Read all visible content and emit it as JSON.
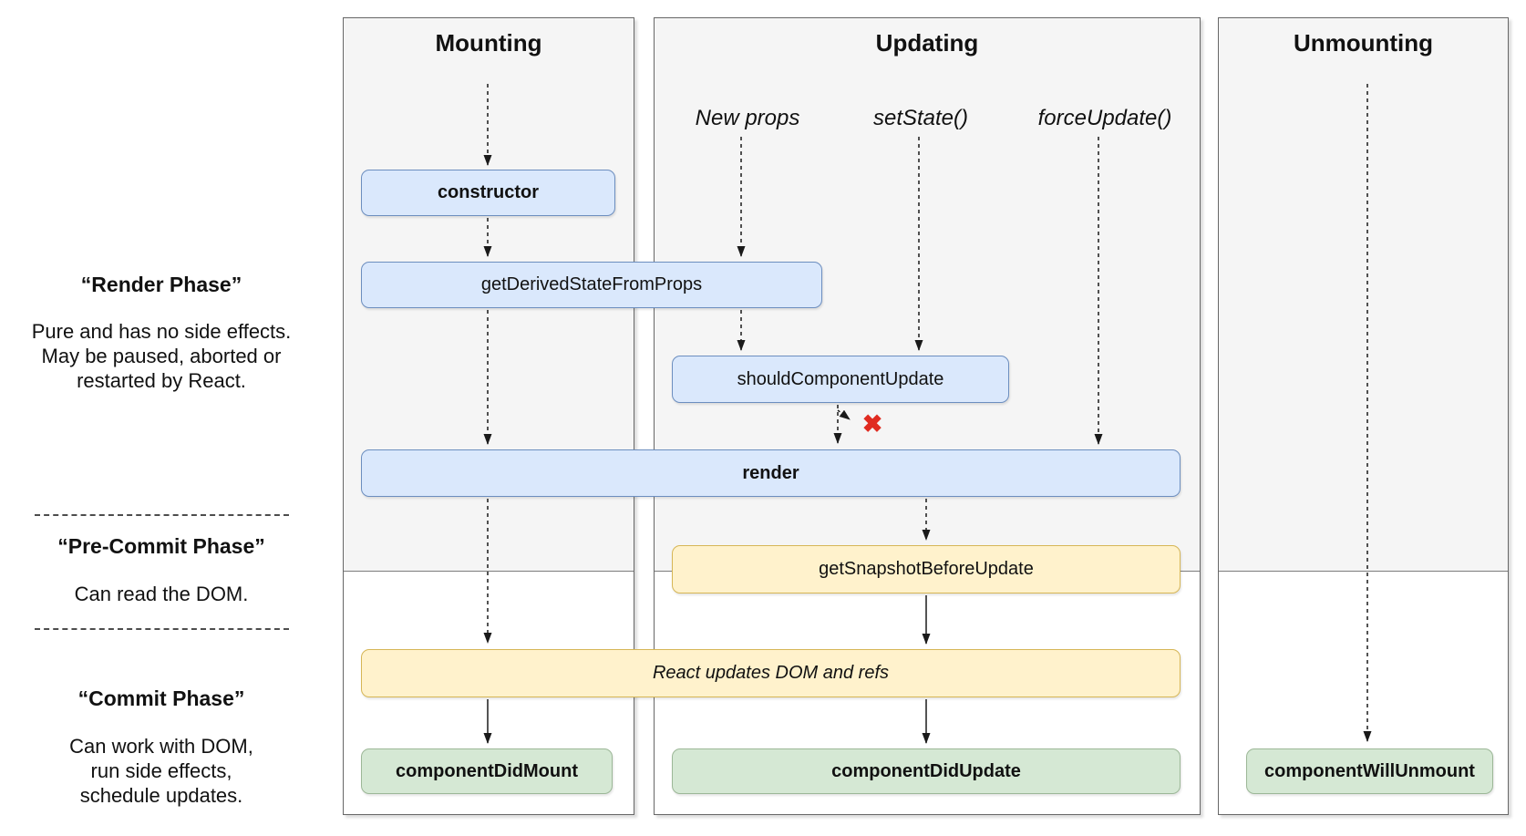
{
  "palette": {
    "blue": {
      "fill": "#dae8fc",
      "stroke": "#6c8ebf"
    },
    "yellow": {
      "fill": "#fff2cc",
      "stroke": "#d6b656"
    },
    "green": {
      "fill": "#d5e8d4",
      "stroke": "#9cb797"
    },
    "panel_gray": "#f5f5f5",
    "x_red": "#e02b20"
  },
  "sidebar": {
    "render_phase": {
      "title": "“Render Phase”",
      "body": "Pure and has no side effects.\nMay be paused, aborted or\nrestarted by React."
    },
    "pre_commit_phase": {
      "title": "“Pre-Commit Phase”",
      "body": "Can read the DOM."
    },
    "commit_phase": {
      "title": "“Commit Phase”",
      "body": "Can work with DOM,\nrun side effects,\nschedule updates."
    }
  },
  "columns": {
    "mounting": {
      "header": "Mounting"
    },
    "updating": {
      "header": "Updating",
      "triggers": {
        "new_props": "New props",
        "set_state": "setState()",
        "force_update": "forceUpdate()"
      }
    },
    "unmounting": {
      "header": "Unmounting"
    }
  },
  "nodes": {
    "constructor": {
      "label": "constructor"
    },
    "get_derived_state_from_props": {
      "label": "getDerivedStateFromProps"
    },
    "should_component_update": {
      "label": "shouldComponentUpdate"
    },
    "render": {
      "label": "render"
    },
    "get_snapshot_before_update": {
      "label": "getSnapshotBeforeUpdate"
    },
    "react_updates_dom": {
      "label": "React updates DOM and refs"
    },
    "component_did_mount": {
      "label": "componentDidMount"
    },
    "component_did_update": {
      "label": "componentDidUpdate"
    },
    "component_will_unmount": {
      "label": "componentWillUnmount"
    }
  },
  "annotations": {
    "abort_x": "✖"
  }
}
